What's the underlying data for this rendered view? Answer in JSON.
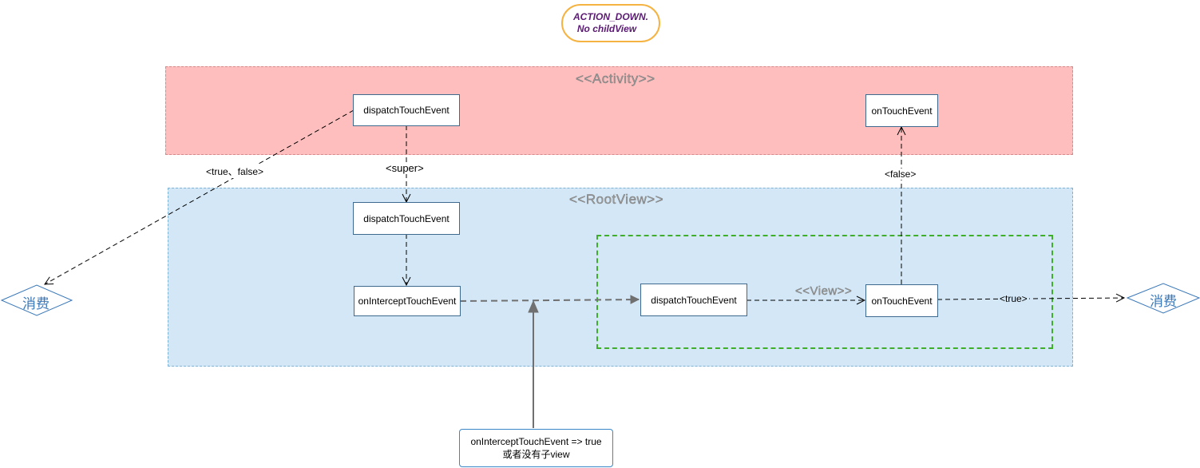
{
  "title": {
    "line1": "ACTION_DOWN.",
    "line2": "No childView"
  },
  "lanes": {
    "activity": "<<Activity>>",
    "rootview": "<<RootView>>",
    "view": "<<View>>"
  },
  "nodes": {
    "activity_dispatch": "dispatchTouchEvent",
    "activity_ontouch": "onTouchEvent",
    "root_dispatch": "dispatchTouchEvent",
    "root_intercept": "onInterceptTouchEvent",
    "view_dispatch": "dispatchTouchEvent",
    "view_ontouch": "onTouchEvent"
  },
  "terminals": {
    "left": "消费",
    "right": "消费"
  },
  "edge_labels": {
    "true_false": "<true、false>",
    "super": "<super>",
    "false": "<false>",
    "true": "<true>"
  },
  "note": {
    "line1": "onInterceptTouchEvent => true",
    "line2": "或者没有子view"
  },
  "colors": {
    "activity_lane": "#ffbebe",
    "rootview_lane": "#d3e7f6",
    "view_group_border": "#3fae2a",
    "title_border": "#f5b342",
    "title_text": "#5b1a73",
    "terminal": "#3a78b8"
  }
}
